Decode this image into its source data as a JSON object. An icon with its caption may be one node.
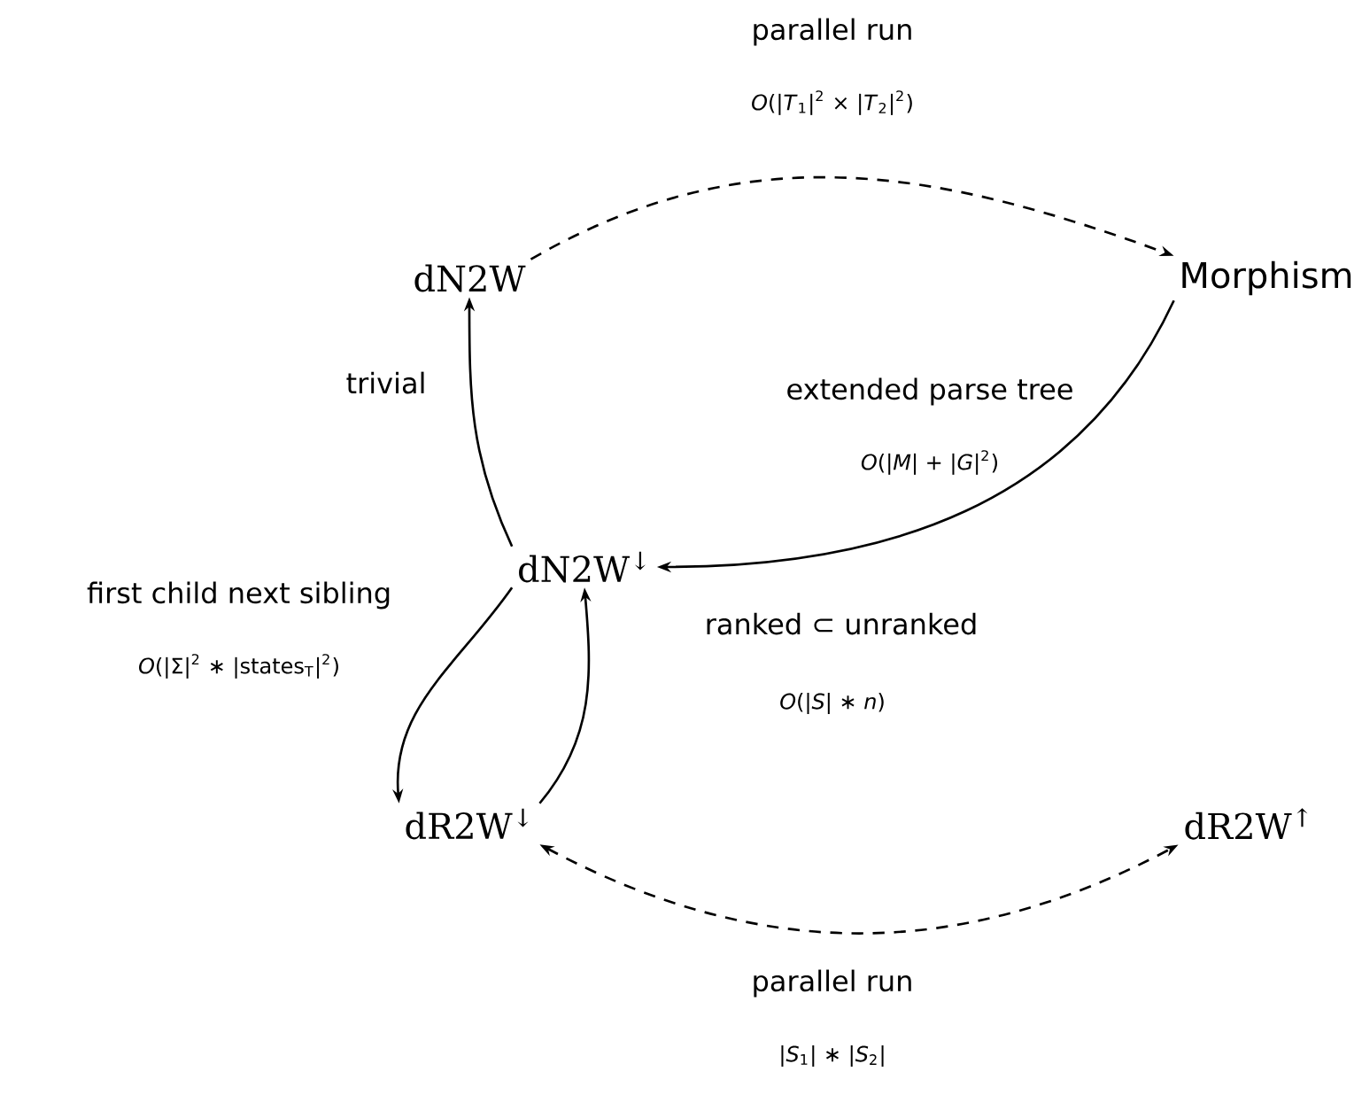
{
  "diagram": {
    "nodes": [
      {
        "text": [
          "dN2W"
        ]
      },
      {
        "text": [
          "Morphism"
        ]
      },
      {
        "text": [
          "dN2W$^{↓}$"
        ]
      },
      {
        "text": [
          "dR2W$^{↓}$"
        ]
      },
      {
        "text": [
          "dR2W$^{↑}$"
        ]
      }
    ],
    "edges": [
      {
        "from": 0,
        "to": 1,
        "arrow": "to",
        "style": "dashed",
        "label": "parallel run"
      },
      {
        "from": 1,
        "to": 2,
        "arrow": "to",
        "label": "extended parse tree"
      },
      {
        "from": 2,
        "to": 0,
        "arrow": "to",
        "label": "trivial"
      },
      {
        "from": 2,
        "to": 3,
        "arrow": "to",
        "label": "first child next sibling"
      },
      {
        "from": 3,
        "to": 2,
        "arrow": "to",
        "label": "ranked ⊂ unranked"
      },
      {
        "from": 3,
        "to": 4,
        "arrow": "both",
        "style": "dashed",
        "label": "parallel run"
      }
    ],
    "labels": [
      "*O*(|*T*$_{1}$|$^{2}$ × |*T*$_{2}$|$^{2}$)",
      "*O*(|*M*| + |*G*|$^{2}$)",
      "*O*(|Σ|$^{2}$ ∗ |states$_{T}$|$^{2}$)",
      "*O*(|*S*| ∗ *n*)",
      "|*S*$_{1}$| ∗ |*S*$_{2}$|"
    ]
  }
}
